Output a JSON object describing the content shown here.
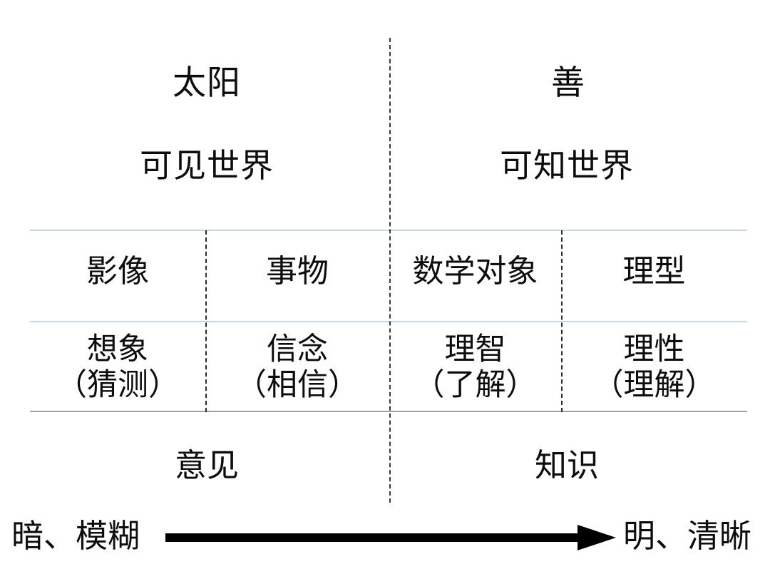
{
  "diagram": {
    "title_sun": "太阳",
    "title_good": "善",
    "realm_visible": "可见世界",
    "realm_knowable": "可知世界",
    "section_opinion": "意见",
    "section_knowledge": "知识",
    "axis_left": "暗、模糊",
    "axis_right": "明、清晰",
    "arrow_name": "progress-arrow",
    "colors": {
      "rule": "#c6d3e2",
      "rule_bottom": "#9aa3ad",
      "dash": "#2b2b2b",
      "text": "#0d0d0d",
      "arrow": "#000000",
      "background": "#ffffff"
    },
    "columns": [
      {
        "object": "影像",
        "faculty_line1": "想象",
        "faculty_line2": "（猜测）"
      },
      {
        "object": "事物",
        "faculty_line1": "信念",
        "faculty_line2": "（相信）"
      },
      {
        "object": "数学对象",
        "faculty_line1": "理智",
        "faculty_line2": "（了解）"
      },
      {
        "object": "理型",
        "faculty_line1": "理性",
        "faculty_line2": "（理解）"
      }
    ]
  }
}
